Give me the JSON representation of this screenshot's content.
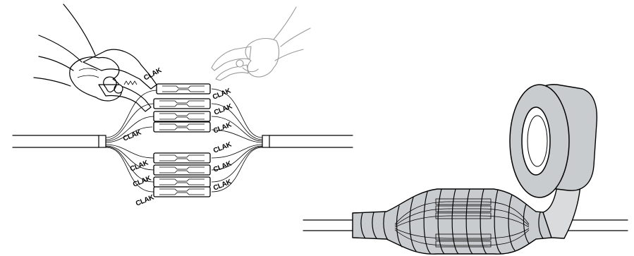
{
  "diagram": {
    "left_panel": {
      "sound_label": "CLAK",
      "labels": [
        {
          "id": "clak-1",
          "text": "CLAK"
        },
        {
          "id": "clak-2",
          "text": "CLAK"
        },
        {
          "id": "clak-3",
          "text": "CLAK"
        },
        {
          "id": "clak-4",
          "text": "CLAK"
        },
        {
          "id": "clak-5",
          "text": "CLAK"
        },
        {
          "id": "clak-6",
          "text": "CLAK"
        },
        {
          "id": "clak-7",
          "text": "CLAK"
        },
        {
          "id": "clak-8",
          "text": "CLAK"
        },
        {
          "id": "clak-9",
          "text": "CLAK"
        },
        {
          "id": "clak-10",
          "text": "CLAK"
        },
        {
          "id": "clak-11",
          "text": "CLAK"
        },
        {
          "id": "clak-12",
          "text": "CLAK"
        }
      ]
    },
    "right_panel": {
      "tape_color": "#c9ccce"
    },
    "colors": {
      "line": "#000000",
      "ghost_tool": "#9a9a9a",
      "tape": "#c9ccce"
    }
  }
}
